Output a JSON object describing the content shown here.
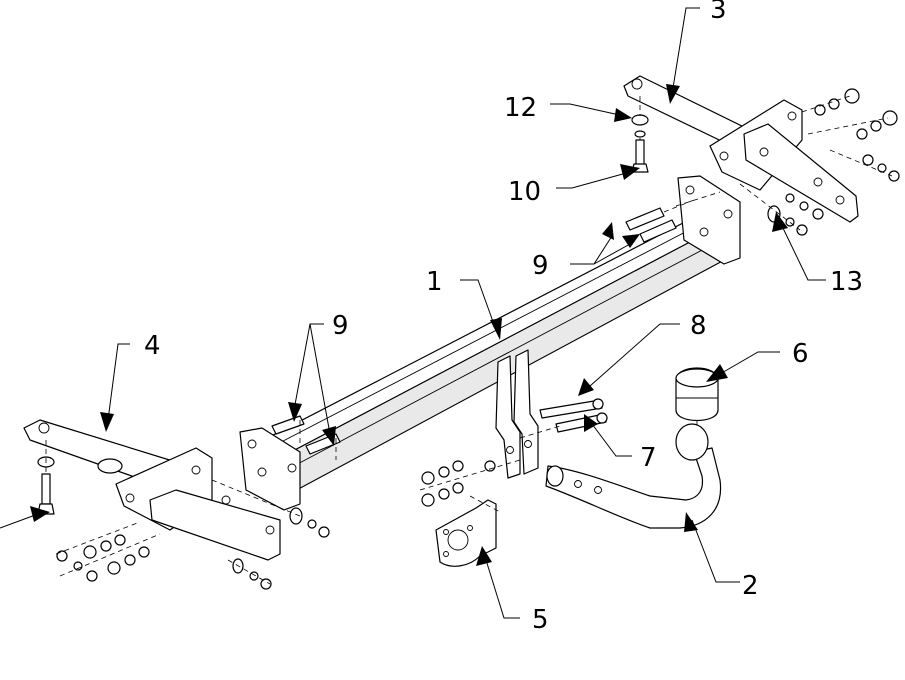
{
  "labels": {
    "l1": "1",
    "l2": "2",
    "l3": "3",
    "l4": "4",
    "l5": "5",
    "l6": "6",
    "l7": "7",
    "l8": "8",
    "l9a": "9",
    "l9b": "9",
    "l10": "10",
    "l12": "12",
    "l13": "13"
  }
}
